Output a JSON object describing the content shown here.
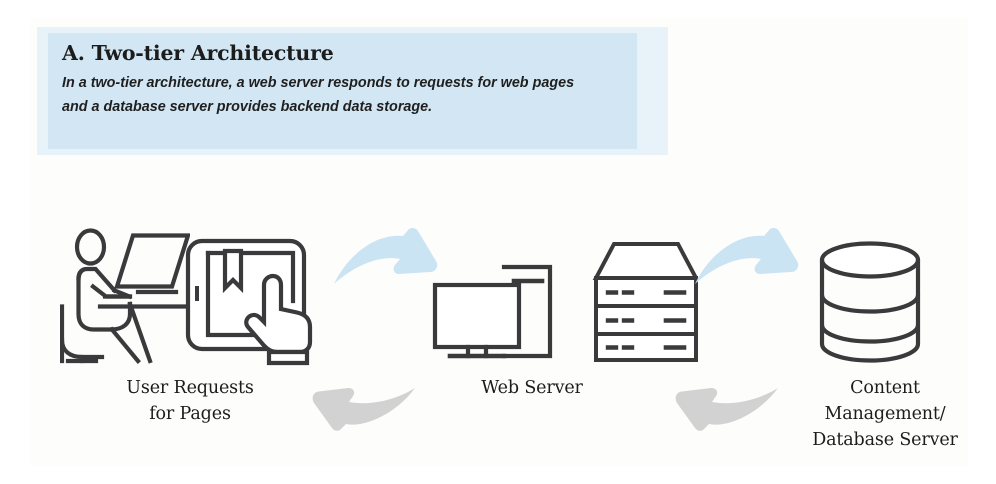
{
  "figure": {
    "caption": {
      "title": "A. Two-tier Architecture",
      "body": "In a two-tier architecture, a web server responds to requests for web pages and a database server provides backend data storage."
    },
    "colors": {
      "caption_band": "#e7f2f9",
      "caption_box": "#d2e7f3",
      "plate_background": "#fdfdfb",
      "icon_stroke": "#3a3a3c",
      "arrow_forward": "#cbe4f3",
      "arrow_return": "#d2d2d2",
      "text": "#1c1c1c"
    },
    "nodes": [
      {
        "id": "user",
        "label": "User Requests\nfor Pages",
        "icons": [
          "person-at-laptop-icon",
          "tablet-touch-icon"
        ]
      },
      {
        "id": "web-server",
        "label": "Web Server",
        "icons": [
          "desktop-computer-icon",
          "server-rack-icon"
        ]
      },
      {
        "id": "database",
        "label": "Content\nManagement/\nDatabase Server",
        "icons": [
          "database-cylinder-icon"
        ]
      }
    ],
    "arrows": [
      {
        "id": "user-to-web",
        "direction": "right",
        "style": "forward",
        "icon": "curved-arrow-right-icon"
      },
      {
        "id": "web-to-db",
        "direction": "right",
        "style": "forward",
        "icon": "curved-arrow-right-icon"
      },
      {
        "id": "web-to-user",
        "direction": "left",
        "style": "return",
        "icon": "curved-arrow-left-icon"
      },
      {
        "id": "db-to-web",
        "direction": "left",
        "style": "return",
        "icon": "curved-arrow-left-icon"
      }
    ]
  }
}
